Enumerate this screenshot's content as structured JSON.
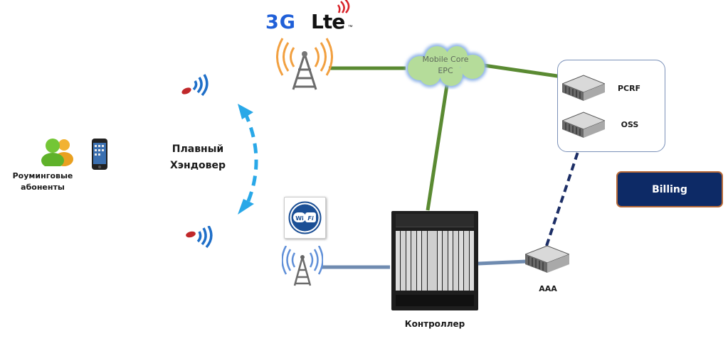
{
  "title": "Roaming handover between 3G/LTE and Wi-Fi via controller",
  "subscribers": {
    "label_line1": "Роуминговые",
    "label_line2": "абоненты",
    "icon": "users-icon",
    "device_icon": "smartphone-icon"
  },
  "handover": {
    "label_line1": "Плавный",
    "label_line2": "Хэндовер"
  },
  "radio": {
    "logo_3g": "3G",
    "logo_lte": "Lte",
    "logo_lte_tm": "™",
    "wifi_logo": "Wi Fi"
  },
  "core": {
    "line1": "Mobile Core",
    "line2": "EPC"
  },
  "servers": {
    "pcrf": "PCRF",
    "oss": "OSS",
    "aaa": "AAA"
  },
  "billing": {
    "label": "Billing"
  },
  "controller": {
    "label": "Контроллер"
  },
  "colors": {
    "mobile_link": "#5a8a32",
    "wifi_link": "#6f8bb0",
    "aaa_link": "#1c2e66",
    "handover_arrow": "#29a8e8",
    "billing_bg": "#0d2a66",
    "cloud_fill": "#b5dc9a",
    "cloud_glow": "#8fb3e8"
  }
}
